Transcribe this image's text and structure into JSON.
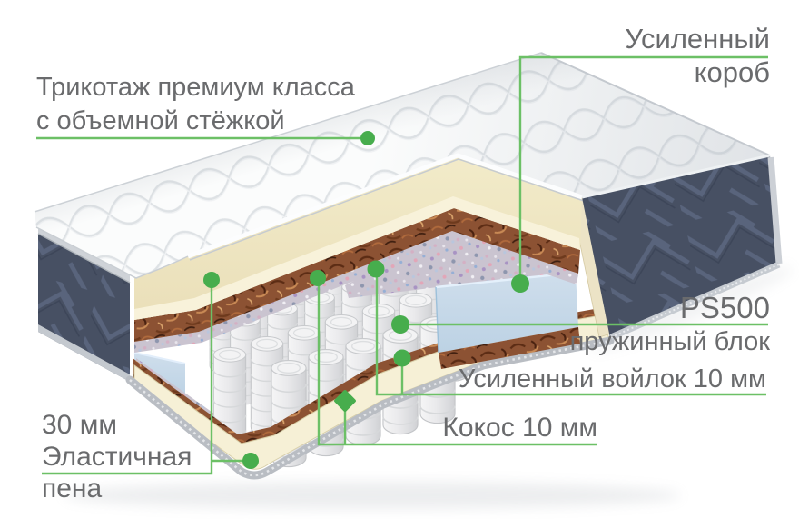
{
  "diagram": {
    "description": "Схема слоёв матраса (вырез с пружинным блоком)",
    "background": "#ffffff",
    "colors": {
      "label_text": "#6a6b6d",
      "line_green": "#6cc066",
      "dot_green": "#47ad4d"
    },
    "labels": {
      "knit_line1": "Трикотаж премиум класса",
      "knit_line2": "с объемной стёжкой",
      "box_line1": "Усиленный",
      "box_line2": "короб",
      "spring_line1": "PS500",
      "spring_line2": "пружинный блок",
      "felt": "Усиленный войлок 10 мм",
      "coco": "Кокос 10 мм",
      "foam_line1": "30 мм",
      "foam_line2": "Эластичная",
      "foam_line3": "пена"
    }
  }
}
